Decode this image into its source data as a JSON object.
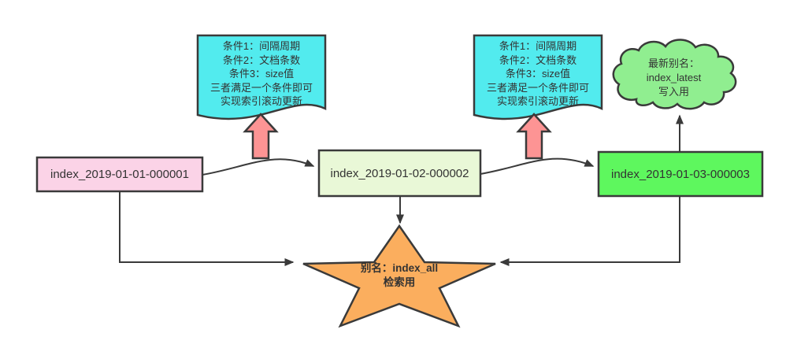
{
  "callout1": {
    "text": "条件1：间隔周期\n条件2：文档条数\n条件3：size值\n三者满足一个条件即可\n实现索引滚动更新"
  },
  "callout2": {
    "text": "条件1：间隔周期\n条件2：文档条数\n条件3：size值\n三者满足一个条件即可\n实现索引滚动更新"
  },
  "cloud": {
    "text": "最新别名：\nindex_latest\n写入用",
    "fill": "#90ee90"
  },
  "indices": {
    "index1": {
      "label": "index_2019-01-01-000001",
      "fill": "#fbd3e7"
    },
    "index2": {
      "label": "index_2019-01-02-000002",
      "fill": "#e9f8d7"
    },
    "index3": {
      "label": "index_2019-01-03-000003",
      "fill": "#5ef75e"
    }
  },
  "star": {
    "text": "别名：index_all\n检索用",
    "fill": "#fbae5e"
  },
  "colors": {
    "callout_fill": "#52ebee",
    "up_arrow_fill": "#fd9494",
    "connector": "#3a3a3a",
    "text": "#333333"
  }
}
